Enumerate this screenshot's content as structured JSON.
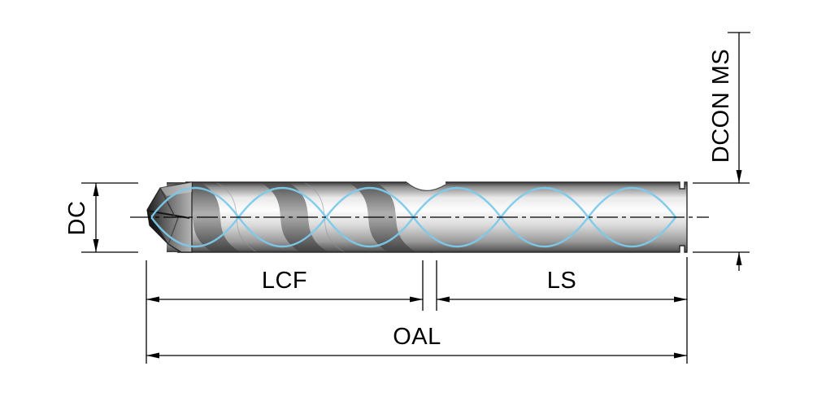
{
  "diagram": {
    "labels": {
      "dc": "DC",
      "dcon_ms": "DCON MS",
      "lcf": "LCF",
      "ls": "LS",
      "oal": "OAL"
    },
    "colors": {
      "coolant_channel": "#7cc9ea",
      "dimension_lines": "#000000",
      "background": "#ffffff"
    }
  }
}
